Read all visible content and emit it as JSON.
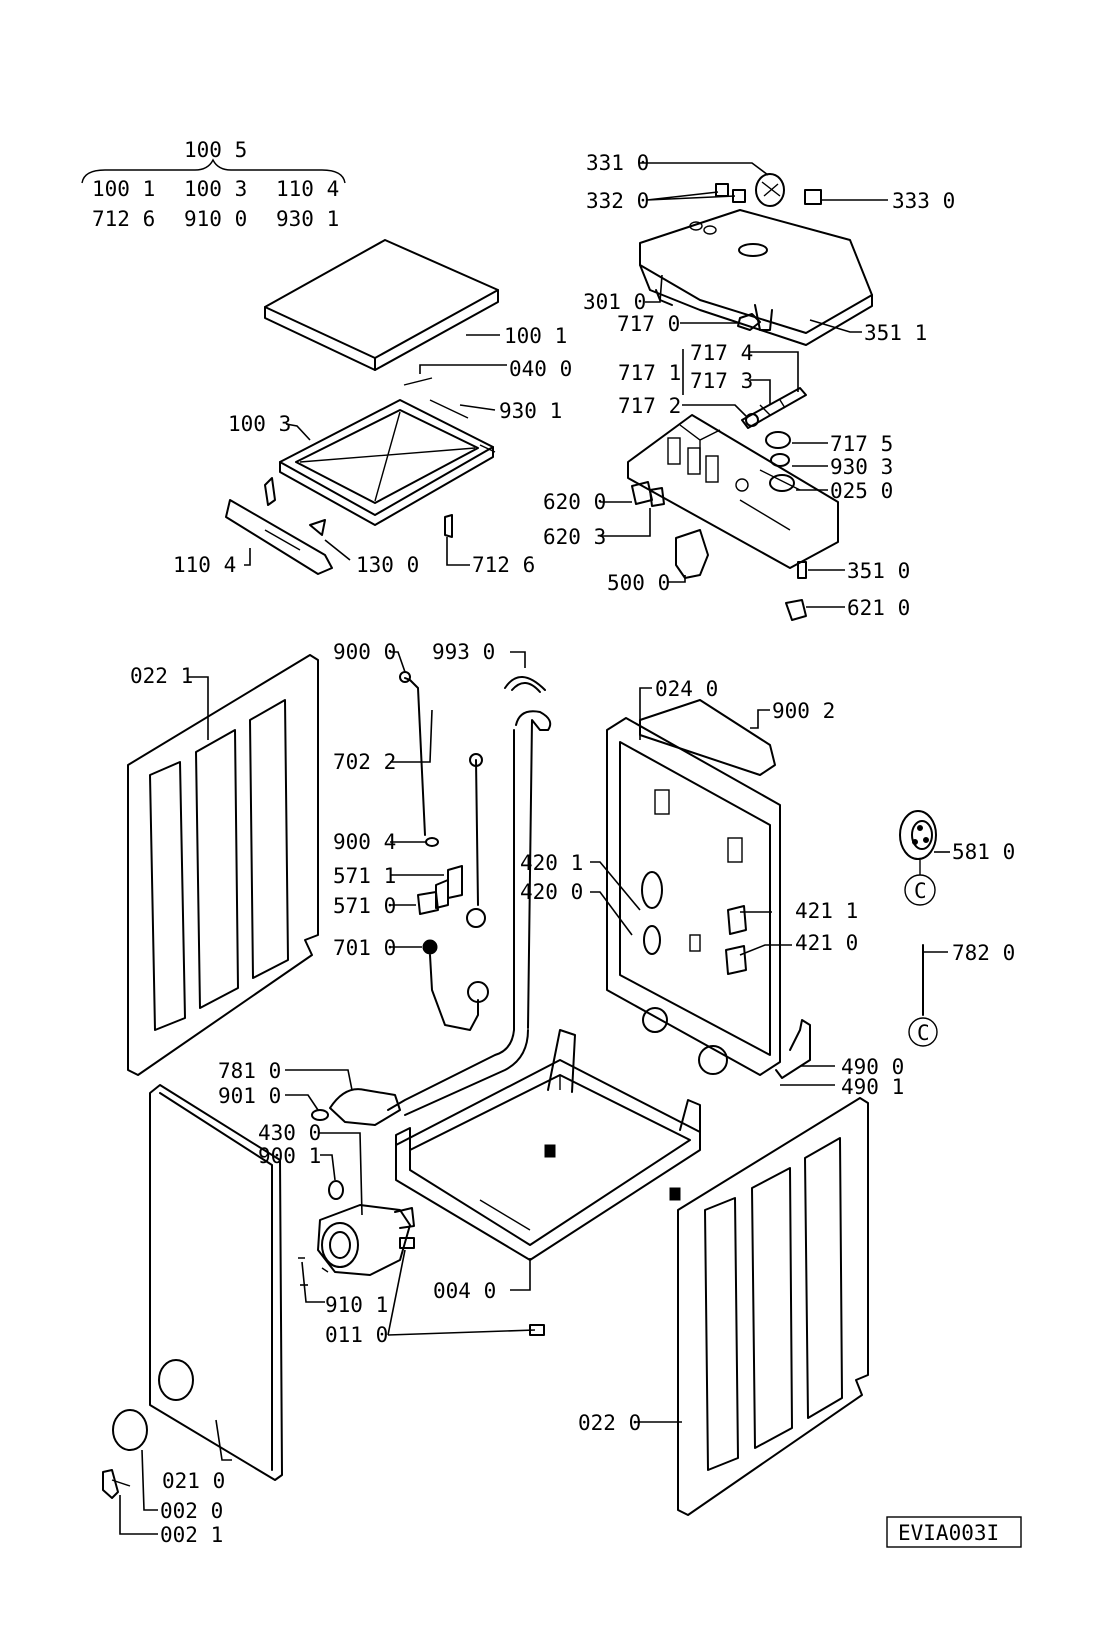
{
  "header_group": {
    "parent": "100 5",
    "row1": [
      "100 1",
      "100 3",
      "110 4"
    ],
    "row2": [
      "712 6",
      "910 0",
      "930 1"
    ]
  },
  "labels": {
    "l331": "331 0",
    "l332": "332 0",
    "l333": "333 0",
    "l301": "301 0",
    "l3511": "351 1",
    "l717_0": "717 0",
    "l717_1": "717 1",
    "l717_4": "717 4",
    "l717_3": "717 3",
    "l717_2": "717 2",
    "l717_5": "717 5",
    "l930_3": "930 3",
    "l025": "025 0",
    "l620_0": "620 0",
    "l620_3": "620 3",
    "l500": "500 0",
    "l351_0": "351 0",
    "l621": "621 0",
    "l100_1": "100 1",
    "l040": "040 0",
    "l930_1": "930 1",
    "l100_3": "100 3",
    "l110_4": "110 4",
    "l130": "130 0",
    "l712_6": "712 6",
    "l022_1": "022 1",
    "l900_0a": "900 0",
    "l993": "993 0",
    "l024": "024 0",
    "l900_2": "900 2",
    "l702_2": "702 2",
    "l900_4": "900 4",
    "l571_1": "571 1",
    "l571_0": "571 0",
    "l701": "701 0",
    "l420_1": "420 1",
    "l420_0": "420 0",
    "l421_1": "421 1",
    "l421_0": "421 0",
    "l581": "581 0",
    "l782": "782 0",
    "l490_0": "490 0",
    "l490_1": "490 1",
    "l781": "781 0",
    "l901": "901 0",
    "l430": "430 0",
    "l900_b": "900 1",
    "l004": "004 0",
    "l910_1": "910 1",
    "l011": "011 0",
    "l022_0": "022 0",
    "l021": "021 0",
    "l002_0": "002 0",
    "l002_1": "002 1",
    "circle_c": "C",
    "circle_c2": "C"
  },
  "drawing_code": "EVIA003I"
}
